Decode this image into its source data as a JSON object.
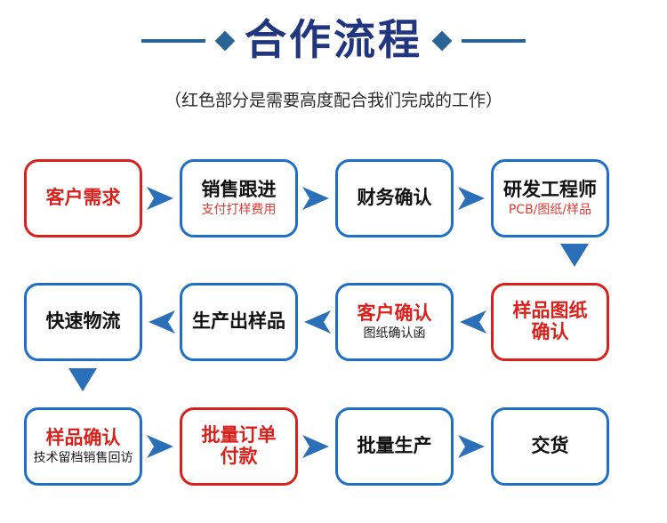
{
  "header": {
    "title": "合作流程",
    "subtitle": "（红色部分是需要高度配合我们完成的工作）",
    "decor_left_icon": "horizontal-rule",
    "decor_diamond_icon": "diamond"
  },
  "colors": {
    "brand_blue": "#1f6fc4",
    "title_navy": "#22357f",
    "decor_blue": "#2a6496",
    "accent_red": "#d8211c",
    "sub_red": "#e03a34",
    "text_black": "#111111",
    "background": "#ffffff"
  },
  "flow": {
    "rows": [
      {
        "direction": "left-to-right",
        "nodes": [
          {
            "title": "客户需求",
            "sub": "",
            "border": "red",
            "title_color": "red",
            "sub_color": ""
          },
          {
            "title": "销售跟进",
            "sub": "支付打样费用",
            "border": "blue",
            "title_color": "black",
            "sub_color": "red"
          },
          {
            "title": "财务确认",
            "sub": "",
            "border": "blue",
            "title_color": "black",
            "sub_color": ""
          },
          {
            "title": "研发工程师",
            "sub": "PCB/图纸/样品",
            "border": "blue",
            "title_color": "black",
            "sub_color": "red"
          }
        ]
      },
      {
        "direction": "right-to-left",
        "nodes": [
          {
            "title": "快速物流",
            "sub": "",
            "border": "blue",
            "title_color": "black",
            "sub_color": ""
          },
          {
            "title": "生产出样品",
            "sub": "",
            "border": "blue",
            "title_color": "black",
            "sub_color": ""
          },
          {
            "title": "客户确认",
            "sub": "图纸确认函",
            "border": "blue",
            "title_color": "red",
            "sub_color": "black"
          },
          {
            "title": "样品图纸\n确认",
            "sub": "",
            "border": "red",
            "title_color": "red",
            "sub_color": ""
          }
        ]
      },
      {
        "direction": "left-to-right",
        "nodes": [
          {
            "title": "样品确认",
            "sub": "技术留档销售回访",
            "border": "blue",
            "title_color": "red",
            "sub_color": "black"
          },
          {
            "title": "批量订单\n付款",
            "sub": "",
            "border": "red",
            "title_color": "red",
            "sub_color": ""
          },
          {
            "title": "批量生产",
            "sub": "",
            "border": "blue",
            "title_color": "black",
            "sub_color": ""
          },
          {
            "title": "交货",
            "sub": "",
            "border": "blue",
            "title_color": "black",
            "sub_color": ""
          }
        ]
      }
    ],
    "connectors": {
      "row1_to_row2": "arrow-down-right-column",
      "row2_to_row3": "arrow-down-left-column"
    }
  }
}
